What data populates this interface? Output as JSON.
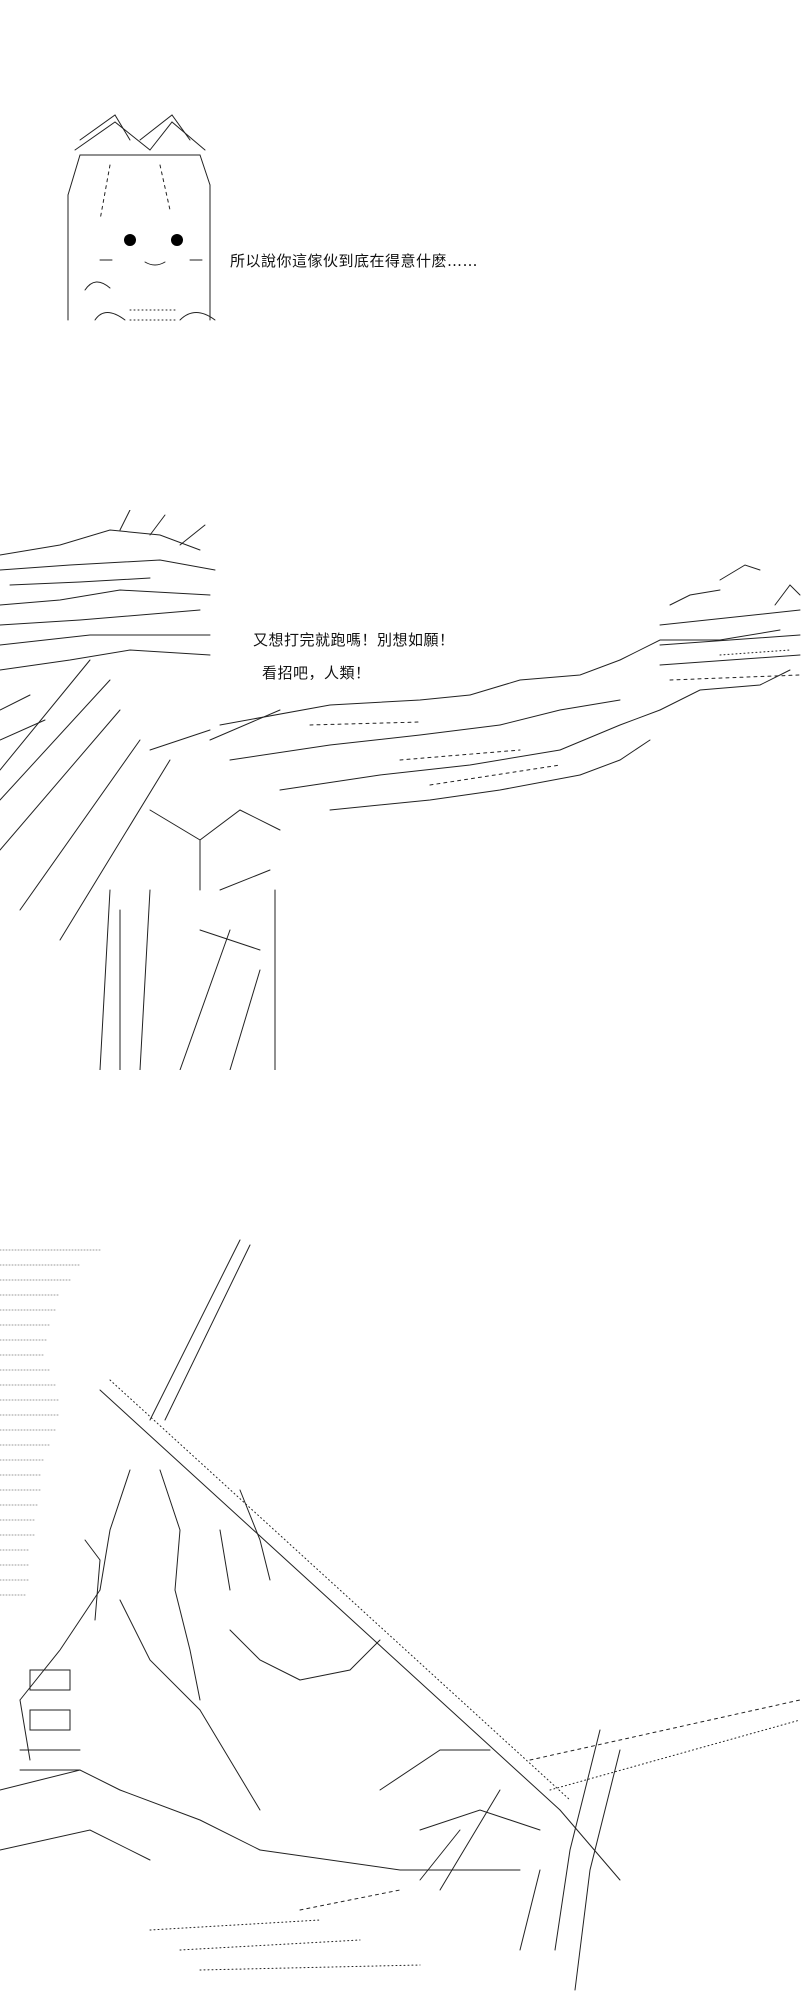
{
  "panels": [
    {
      "id": "panel-1",
      "lines": [
        "所以說你這傢伙到底在得意什麽……"
      ]
    },
    {
      "id": "panel-2",
      "lines": [
        "又想打完就跑嗎！別想如願！",
        "看招吧，人類！"
      ]
    },
    {
      "id": "panel-3",
      "lines": []
    }
  ]
}
